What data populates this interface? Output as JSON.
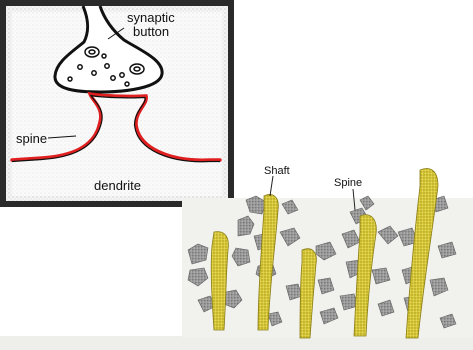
{
  "synapse_panel": {
    "labels": {
      "synaptic": "synaptic",
      "button": "button",
      "spine": "spine",
      "dendrite": "dendrite"
    },
    "colors": {
      "frame": "#2a2a2a",
      "membrane_red": "#e02020",
      "paper": "#ffffff",
      "stipple": "#d9d9d9"
    }
  },
  "micrograph_panel": {
    "labels": {
      "shaft": "Shaft",
      "spine": "Spine"
    },
    "colors": {
      "shaft_yellow": "#d8c93a",
      "spine_gray": "#8f8f8f",
      "backdrop": "#f1f1ee"
    }
  }
}
